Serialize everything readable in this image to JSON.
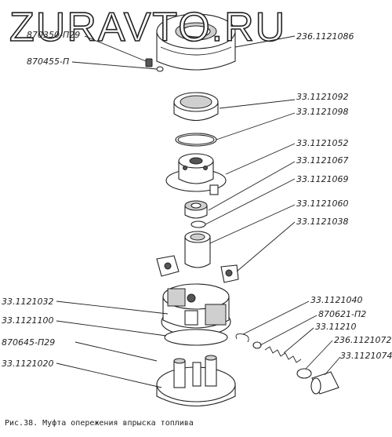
{
  "watermark": "ZURAVTO.RU",
  "caption": "Рис.38. Муфта опережения впрыска топлива",
  "labels": {
    "l1": "870350-П29",
    "l2": "870455-П",
    "l3": "236.1121086",
    "l4": "33.1121092",
    "l5": "33.1121098",
    "l6": "33.1121052",
    "l7": "33.1121067",
    "l8": "33.1121069",
    "l9": "33.1121060",
    "l10": "33.1121038",
    "l11": "33.1121032",
    "l12": "33.1121100",
    "l13": "870645-П29",
    "l14": "33.1121020",
    "l15": "33.1121040",
    "l16": "870621-П2",
    "l17": "33.11210",
    "l18": "236.1121072",
    "l19": "33.1121074"
  }
}
